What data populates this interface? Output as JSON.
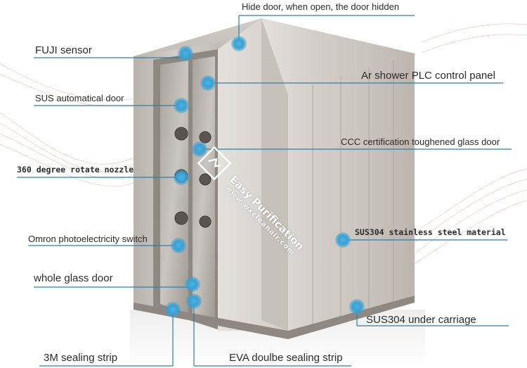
{
  "labels": {
    "hide_door": "Hide door, when open, the door hidden",
    "fuji_sensor": "FUJI sensor",
    "plc_panel": "Ar shower PLC control panel",
    "sus_auto_door": "SUS automatical door",
    "ccc_glass_door": "CCC certification toughened glass door",
    "nozzle": "360 degree rotate nozzle",
    "steel_material": "SUS304 stainless steel material",
    "omron_switch": "Omron photoelectricity switch",
    "whole_glass_door": "whole glass door",
    "under_carriage": "SUS304 under carriage",
    "sealing_3m": "3M sealing strip",
    "eva_sealing": "EVA doulbe sealing strip"
  },
  "watermark": {
    "brand": "Easy Purification",
    "url": "www.wxcleanair.com"
  },
  "colors": {
    "leader_line": "#2e7fa6",
    "hotspot": "#3aa0d4",
    "steel_light": "#d9d4cf",
    "steel_dark": "#9c948d",
    "ribbon": "#e8a09a"
  }
}
